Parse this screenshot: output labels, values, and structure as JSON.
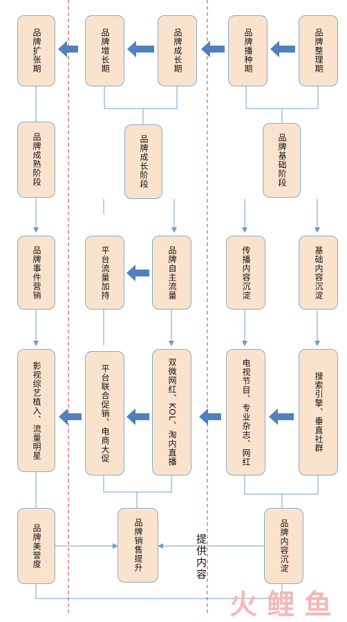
{
  "stages_row": {
    "expansion": "品牌扩张期",
    "growth": "品牌增长期",
    "maturing": "品牌成长期",
    "seeding": "品牌播种期",
    "organizing": "品牌整理期"
  },
  "phases": {
    "mature": "品牌成熟阶段",
    "growing": "品牌成长阶段",
    "foundation": "品牌基础阶段"
  },
  "tactics": {
    "event_marketing": "品牌事件营销",
    "platform_boost": "平台流量加持",
    "own_traffic": "品牌自主流量",
    "spread_content": "传播内容沉淀",
    "base_content": "基础内容沉淀"
  },
  "channels": {
    "film_variety": "影视综艺植入、流量明星",
    "platform_promo": "平台联合促销、电商大促",
    "kol": "双微网红、KOL、淘内直播",
    "tv_magazine": "电视节目、专业杂志、网红",
    "search_vertical": "搜索引擎、垂直社群"
  },
  "outcomes": {
    "reputation": "品牌美誉度",
    "sales": "品牌销售提升",
    "content": "品牌内容沉淀"
  },
  "note": "提供内容",
  "watermark": [
    "火",
    "鲤",
    "鱼"
  ],
  "colors": {
    "box_fill": "#fae3cc",
    "box_border": "#8aa9c9",
    "arrow_blue": "#4f81bd",
    "connector": "#6f9ccc",
    "divider_red": "#e0303a",
    "watermark": "#f4b8b8"
  }
}
